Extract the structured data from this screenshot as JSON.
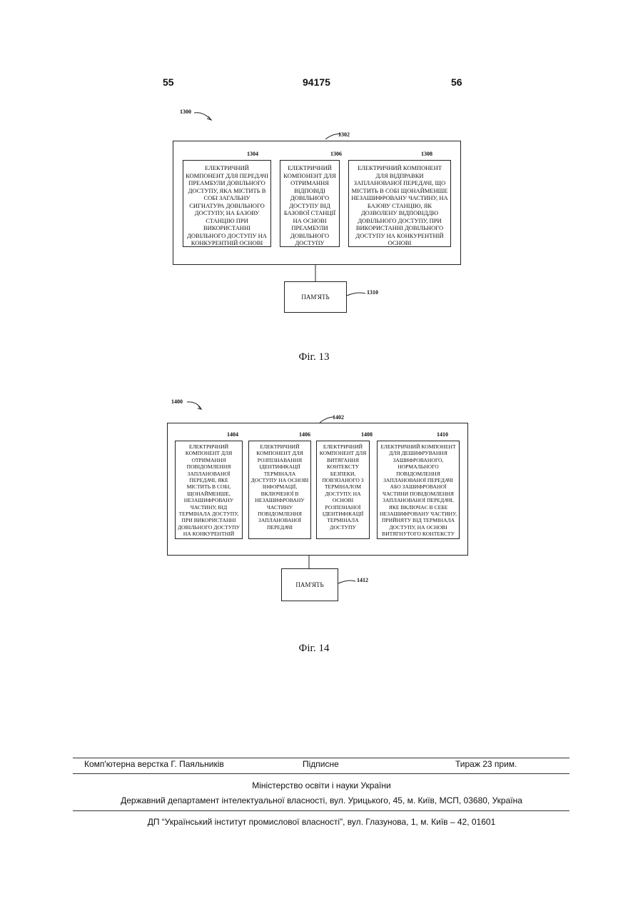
{
  "header": {
    "left_page": "55",
    "patent_number": "94175",
    "right_page": "56"
  },
  "fig13": {
    "ref_main": "1300",
    "ref_outer": "1302",
    "components": [
      {
        "ref": "1304",
        "text": "ЕЛЕКТРИЧНИЙ КОМПОНЕНТ ДЛЯ ПЕРЕДАЧІ ПРЕАМБУЛИ ДОВІЛЬНОГО ДОСТУПУ, ЯКА МІСТИТЬ В СОБІ ЗАГАЛЬНУ СИГНАТУРА ДОВІЛЬНОГО ДОСТУПУ, НА БАЗОВУ СТАНЦІЮ ПРИ ВИКОРИСТАННІ ДОВІЛЬНОГО ДОСТУПУ НА КОНКУРЕНТНІЙ ОСНОВІ"
      },
      {
        "ref": "1306",
        "text": "ЕЛЕКТРИЧНИЙ КОМПОНЕНТ ДЛЯ ОТРИМАННЯ ВІДПОВІДІ ДОВІЛЬНОГО ДОСТУПУ ВІД БАЗОВОЇ СТАНЦІЇ НА ОСНОВІ ПРЕАМБУЛИ ДОВІЛЬНОГО ДОСТУПУ"
      },
      {
        "ref": "1308",
        "text": "ЕЛЕКТРИЧНИЙ КОМПОНЕНТ ДЛЯ ВІДПРАВКИ ЗАПЛАНОВАНОЇ ПЕРЕДАЧІ, ЩО МІСТИТЬ В СОБІ ЩОНАЙМЕНШЕ НЕЗАШИФРОВАНУ ЧАСТИНУ, НА БАЗОВУ СТАНЦІЮ, ЯК ДОЗВОЛЕНУ ВІДПОВІДДЮ ДОВІЛЬНОГО ДОСТУПУ, ПРИ ВИКОРИСТАННІ ДОВІЛЬНОГО ДОСТУПУ НА КОНКУРЕНТНІЙ ОСНОВІ"
      }
    ],
    "memory_label": "ПАМ'ЯТЬ",
    "memory_ref": "1310",
    "caption": "Фіг. 13"
  },
  "fig14": {
    "ref_main": "1400",
    "ref_outer": "1402",
    "components": [
      {
        "ref": "1404",
        "text": "ЕЛЕКТРИЧНИЙ КОМПОНЕНТ ДЛЯ ОТРИМАННЯ ПОВІДОМЛЕННЯ ЗАПЛАНОВАНОЇ ПЕРЕДАЧІ, ЯКЕ МІСТИТЬ В СОБІ, ЩОНАЙМЕНШЕ, НЕЗАШИФРОВАНУ ЧАСТИНУ, ВІД ТЕРМІНАЛА ДОСТУПУ, ПРИ ВИКОРИСТАННІ ДОВІЛЬНОГО ДОСТУПУ НА КОНКУРЕНТНІЙ ОСНОВІ"
      },
      {
        "ref": "1406",
        "text": "ЕЛЕКТРИЧНИЙ КОМПОНЕНТ ДЛЯ РОЗПІЗНАВАННЯ ІДЕНТИФІКАЦІЇ ТЕРМІНАЛА ДОСТУПУ НА ОСНОВІ ІНФОРМАЦІЇ, ВКЛЮЧЕНОЇ В НЕЗАШИФРОВАНУ ЧАСТИНУ ПОВІДОМЛЕННЯ ЗАПЛАНОВАНОЇ ПЕРЕДАЧІ"
      },
      {
        "ref": "1408",
        "text": "ЕЛЕКТРИЧНИЙ КОМПОНЕНТ ДЛЯ ВИТЯГАННЯ КОНТЕКСТУ БЕЗПЕКИ, ПОВ'ЯЗАНОГО З ТЕРМІНАЛОМ ДОСТУПУ, НА ОСНОВІ РОЗПІЗНАНОЇ ІДЕНТИФІКАЦІЇ ТЕРМІНАЛА ДОСТУПУ"
      },
      {
        "ref": "1410",
        "text": "ЕЛЕКТРИЧНИЙ КОМПОНЕНТ ДЛЯ ДЕШИФРУВАННЯ ЗАШИФРОВАНОГО, НОРМАЛЬНОГО ПОВІДОМЛЕННЯ ЗАПЛАНОВАНОЇ ПЕРЕДАЧІ АБО ЗАШИФРОВАНОЇ ЧАСТИНИ ПОВІДОМЛЕННЯ ЗАПЛАНОВАНОЇ ПЕРЕДАЧІ, ЯКЕ ВКЛЮЧАЄ В СЕБЕ НЕЗАШИФРОВАНУ ЧАСТИНУ, ПРИЙНЯТУ ВІД ТЕРМІНАЛА ДОСТУПУ, НА ОСНОВІ ВИТЯГНУТОГО КОНТЕКСТУ БЕЗПЕКИ"
      }
    ],
    "memory_label": "ПАМ'ЯТЬ",
    "memory_ref": "1412",
    "caption": "Фіг. 14"
  },
  "footer": {
    "typesetting": "Комп'ютерна верстка Г. Паяльників",
    "signed": "Підписне",
    "circulation": "Тираж 23 прим.",
    "ministry": "Міністерство освіти і науки України",
    "department": "Державний департамент інтелектуальної власності, вул. Урицького, 45, м. Київ, МСП, 03680, Україна",
    "institute": "ДП “Український інститут промислової власності”, вул. Глазунова, 1, м. Київ – 42, 01601"
  }
}
